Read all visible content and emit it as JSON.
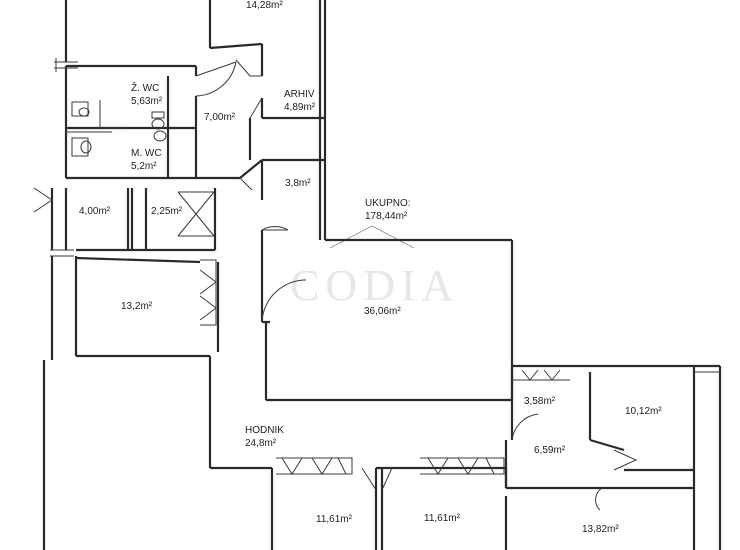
{
  "plan": {
    "watermark": "CODIA",
    "rooms": [
      {
        "id": "top-room",
        "area": "14,28m²"
      },
      {
        "id": "z-wc",
        "name": "Ž. WC",
        "area": "5,63m²"
      },
      {
        "id": "arhiv",
        "name": "ARHIV",
        "area": "4,89m²"
      },
      {
        "id": "hall-7",
        "area": "7,00m²"
      },
      {
        "id": "m-wc",
        "name": "M. WC",
        "area": "5,2m²"
      },
      {
        "id": "small-38",
        "area": "3,8m²"
      },
      {
        "id": "ukupno",
        "name": "UKUPNO:",
        "area": "178,44m²"
      },
      {
        "id": "room-400",
        "area": "4,00m²"
      },
      {
        "id": "room-225",
        "area": "2,25m²"
      },
      {
        "id": "room-132",
        "area": "13,2m²"
      },
      {
        "id": "room-3606",
        "area": "36,06m²"
      },
      {
        "id": "room-358",
        "area": "3,58m²"
      },
      {
        "id": "room-1012",
        "area": "10,12m²"
      },
      {
        "id": "hodnik",
        "name": "HODNIK",
        "area": "24,8m²"
      },
      {
        "id": "room-659",
        "area": "6,59m²"
      },
      {
        "id": "room-1161a",
        "area": "11,61m²"
      },
      {
        "id": "room-1161b",
        "area": "11,61m²"
      },
      {
        "id": "room-1382",
        "area": "13,82m²"
      }
    ]
  }
}
